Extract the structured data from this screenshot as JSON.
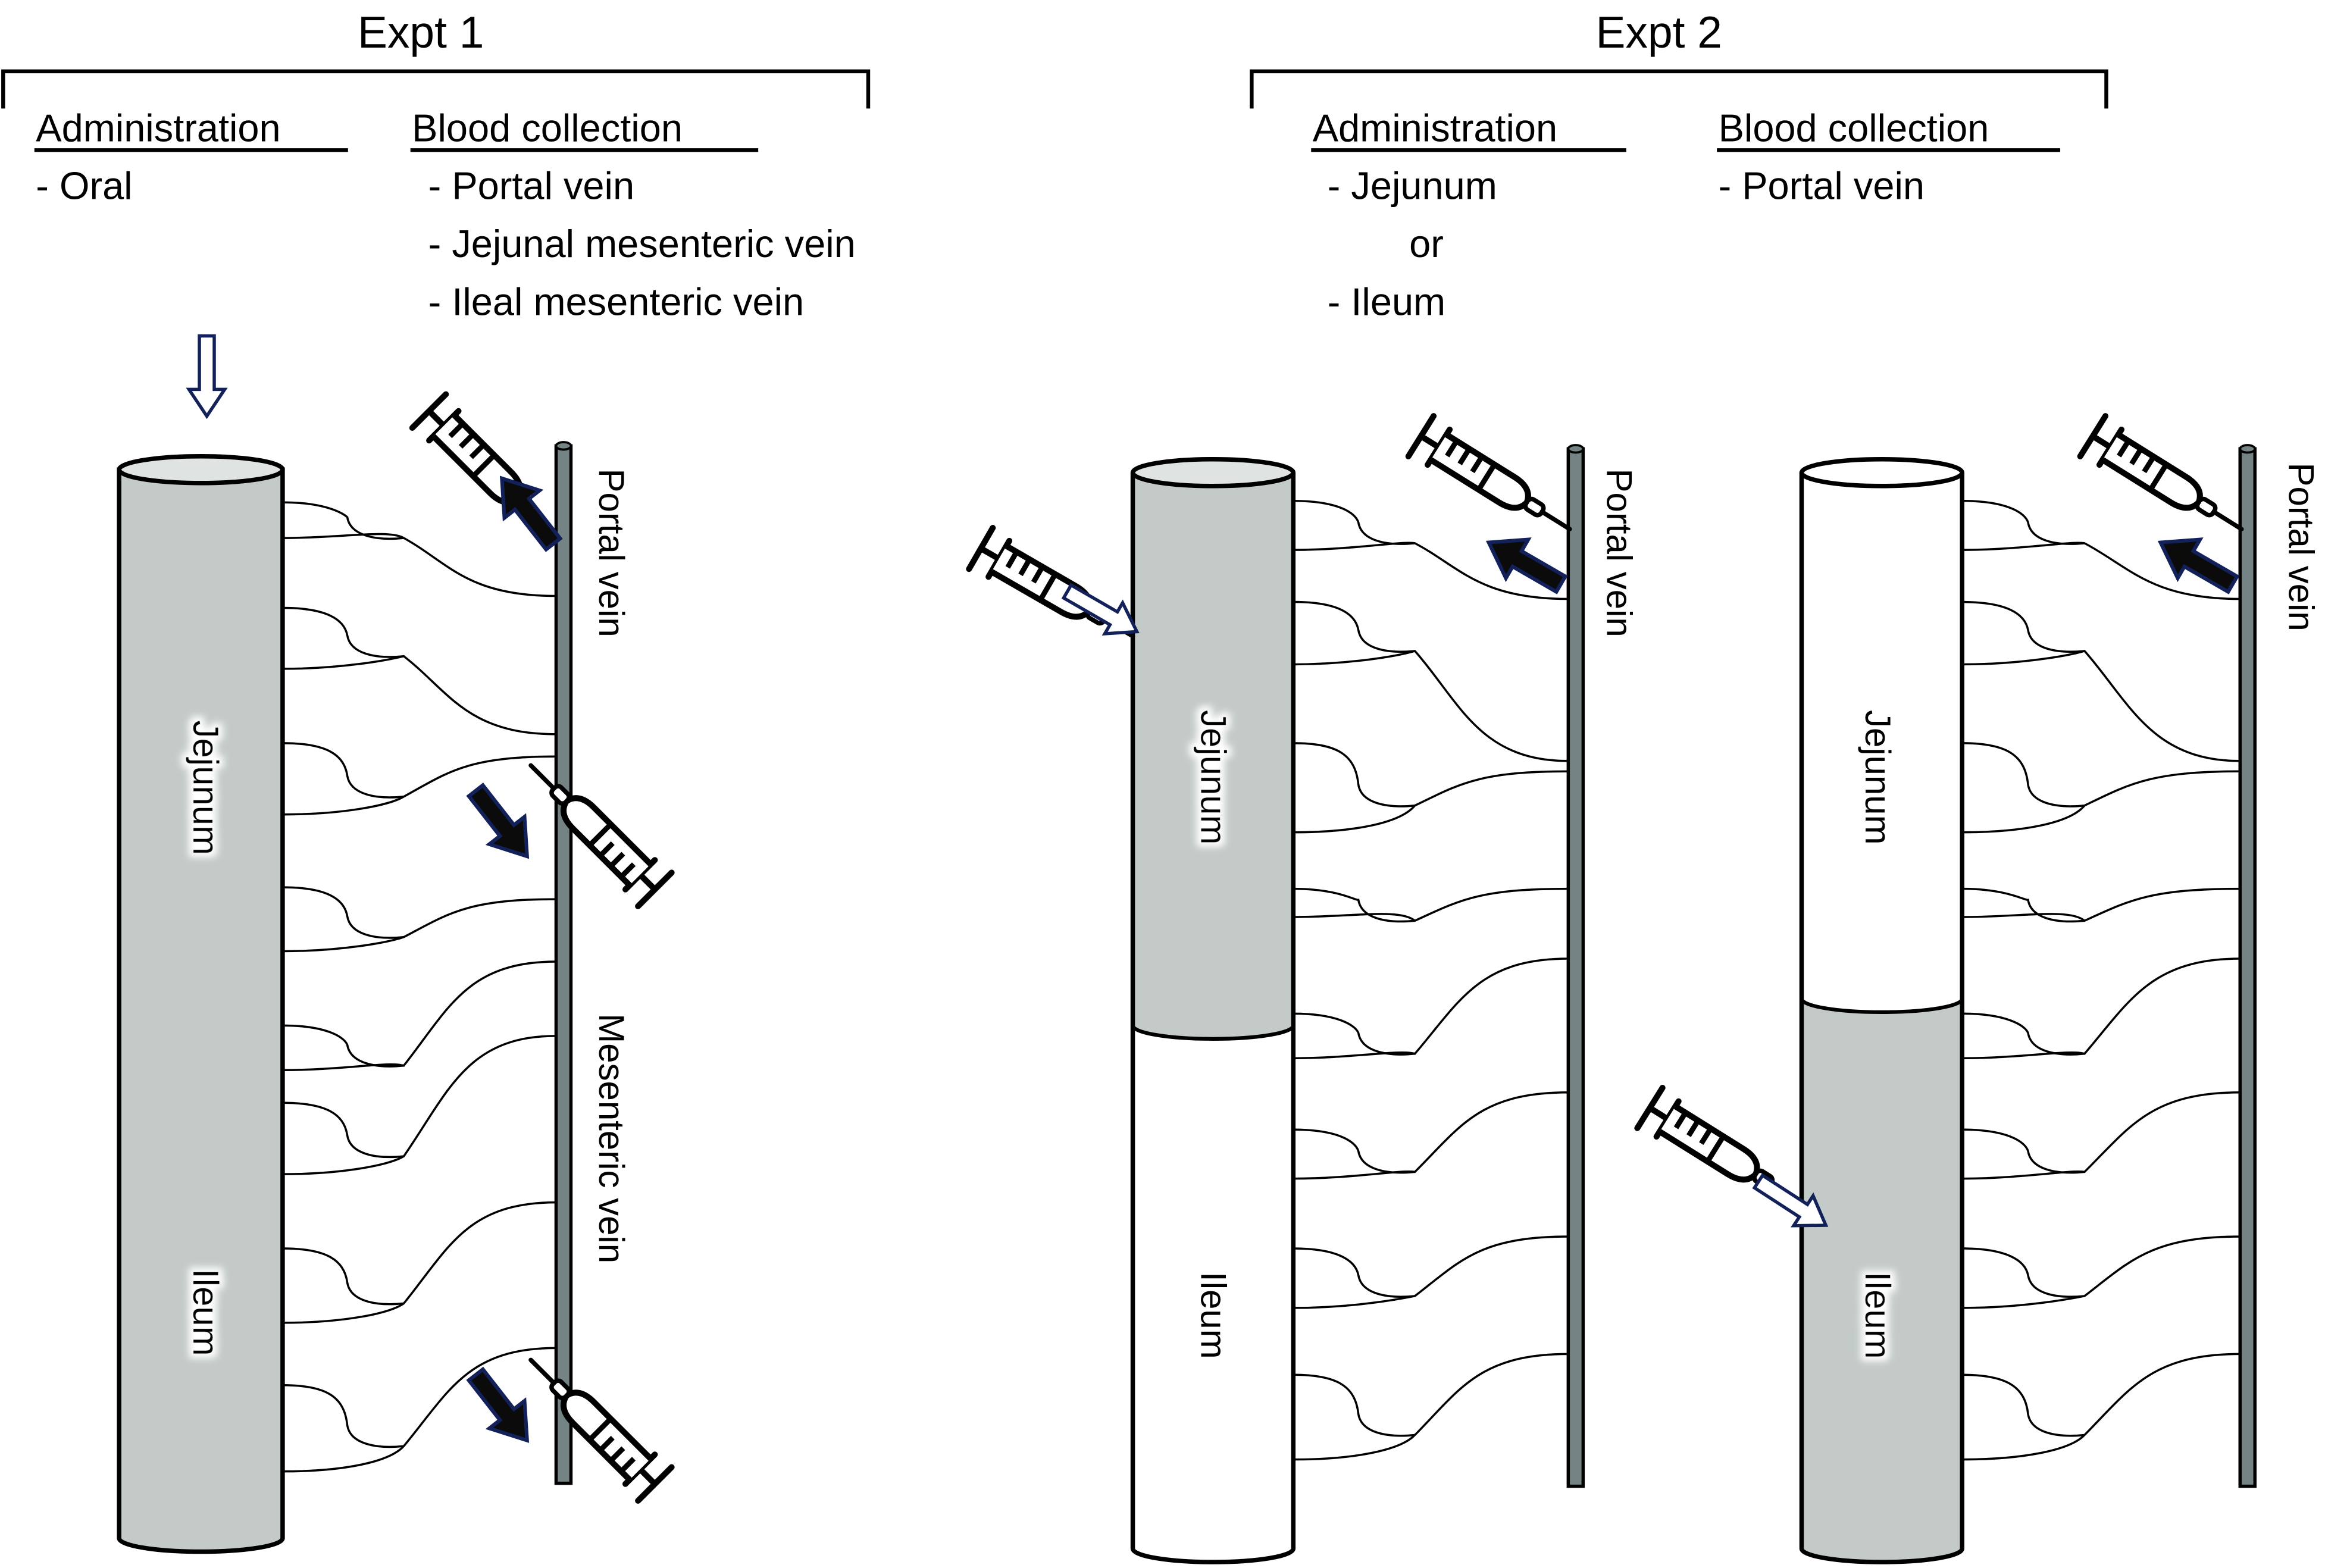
{
  "colors": {
    "intestine_gray": "#c3cac8",
    "intestine_top": "#dfe4e3",
    "vein_gray": "#748383",
    "arrow_outline": "#13215a",
    "arrow_fill": "#0b0b0b",
    "text": "#000000"
  },
  "expt1": {
    "title": "Expt 1",
    "administration": {
      "heading": "Administration",
      "items": [
        "- Oral"
      ]
    },
    "blood_collection": {
      "heading": "Blood collection",
      "items": [
        "- Portal vein",
        "- Jejunal mesenteric vein",
        "- Ileal mesenteric vein"
      ]
    },
    "diagram": {
      "intestine_labels": [
        "Jejunum",
        "Ileum"
      ],
      "vein_labels": [
        "Portal vein",
        "Mesenteric vein"
      ],
      "icons": [
        "oral-dose-arrow-icon",
        "syringe-icon",
        "syringe-icon",
        "syringe-icon",
        "blood-flow-arrow-icon"
      ]
    }
  },
  "expt2": {
    "title": "Expt 2",
    "administration": {
      "heading": "Administration",
      "items": [
        "- Jejunum",
        "or",
        "- Ileum"
      ]
    },
    "blood_collection": {
      "heading": "Blood collection",
      "items": [
        "- Portal vein"
      ]
    },
    "panels": [
      {
        "name": "jejunum-dosing",
        "highlighted_segment": "Jejunum",
        "intestine_labels": [
          "Jejunum",
          "Ileum"
        ],
        "vein_label": "Portal vein"
      },
      {
        "name": "ileum-dosing",
        "highlighted_segment": "Ileum",
        "intestine_labels": [
          "Jejunum",
          "Ileum"
        ],
        "vein_label": "Portal vein"
      }
    ]
  }
}
